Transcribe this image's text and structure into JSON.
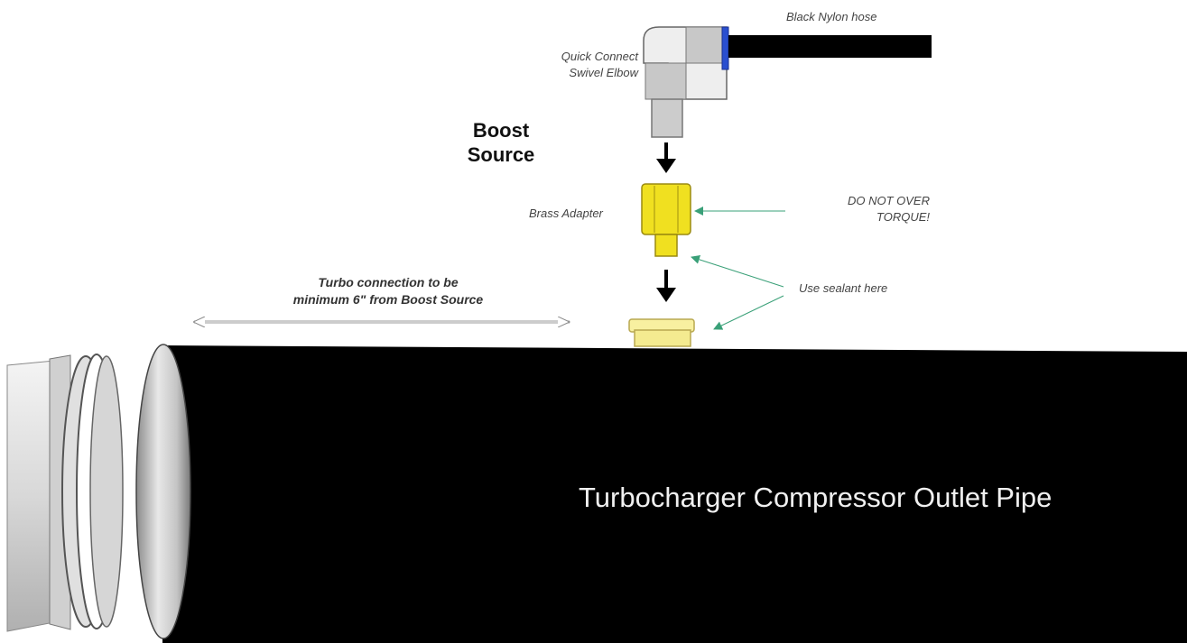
{
  "labels": {
    "hose": "Black Nylon hose",
    "elbow_line1": "Quick Connect",
    "elbow_line2": "Swivel Elbow",
    "boost_line1": "Boost",
    "boost_line2": "Source",
    "brass_adapter": "Brass Adapter",
    "torque_line1": "DO NOT OVER",
    "torque_line2": "TORQUE!",
    "sealant": "Use sealant here",
    "turbo_line1": "Turbo connection to be",
    "turbo_line2": "minimum 6\" from Boost Source",
    "pipe": "Turbocharger Compressor Outlet Pipe"
  },
  "colors": {
    "pipe": "#000000",
    "brass": "#f0e020",
    "bung": "#f8f0a0",
    "hose_ring": "#2a4fd0",
    "annotation_arrow": "#3aa078",
    "fitting_gray": "#c8c8c8"
  }
}
